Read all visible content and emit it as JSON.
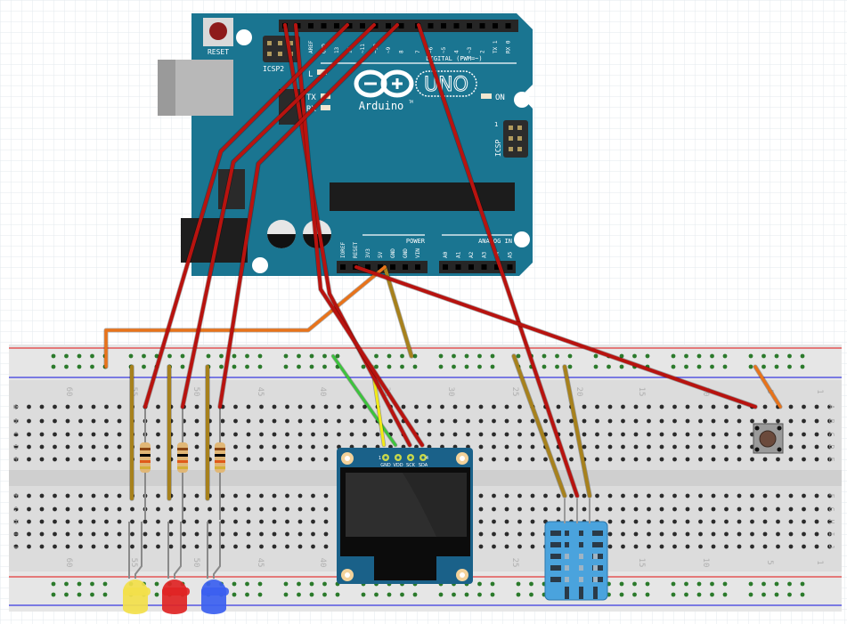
{
  "arduino": {
    "reset_label": "RESET",
    "icsp2_label": "ICSP2",
    "icsp_label": "ICSP",
    "icsp_pin1": "1",
    "logo_text": "Arduino",
    "tm": "TM",
    "uno": "UNO",
    "led_l": "L",
    "led_tx": "TX",
    "led_rx": "RX",
    "led_on": "ON",
    "digital_label": "DIGITAL (PWM=~)",
    "digital_pins": [
      "",
      "",
      "AREF",
      "GND",
      "13",
      "12",
      "~11",
      "~10",
      "~9",
      "8",
      "7",
      "~6",
      "~5",
      "4",
      "~3",
      "2",
      "TX 1",
      "RX 0"
    ],
    "power_label": "POWER",
    "power_pins": [
      "IOREF",
      "RESET",
      "3V3",
      "5V",
      "GND",
      "GND",
      "VIN"
    ],
    "analog_label": "ANALOG IN",
    "analog_pins": [
      "A0",
      "A1",
      "A2",
      "A3",
      "A4",
      "A5"
    ]
  },
  "breadboard": {
    "row_letters_top": [
      "A",
      "B",
      "C",
      "D",
      "E"
    ],
    "row_letters_bottom": [
      "F",
      "G",
      "H",
      "I",
      "J"
    ],
    "column_numbers": [
      "60",
      "55",
      "50",
      "45",
      "40",
      "35",
      "30",
      "25",
      "20",
      "15",
      "10",
      "5",
      "1"
    ]
  },
  "oled": {
    "pin_labels": [
      "GND",
      "VDD",
      "SCK",
      "SDA"
    ],
    "pin_first": "1",
    "pin_last": "4"
  },
  "components": {
    "leds": [
      {
        "name": "yellow-led",
        "color": "#f3e04a"
      },
      {
        "name": "red-led",
        "color": "#e02424"
      },
      {
        "name": "blue-led",
        "color": "#3b5ff0"
      }
    ],
    "resistor_count": 3,
    "sensor": "DHT11",
    "button": "pushbutton"
  },
  "colors": {
    "board": "#1a7591",
    "wire_red": "#b8130f",
    "wire_orange": "#e8731a",
    "wire_brown": "#a7811c",
    "wire_green": "#3cc43c",
    "wire_yellow": "#f2ea16",
    "rail_red": "#e23b3b",
    "rail_blue": "#3a3ae0"
  }
}
